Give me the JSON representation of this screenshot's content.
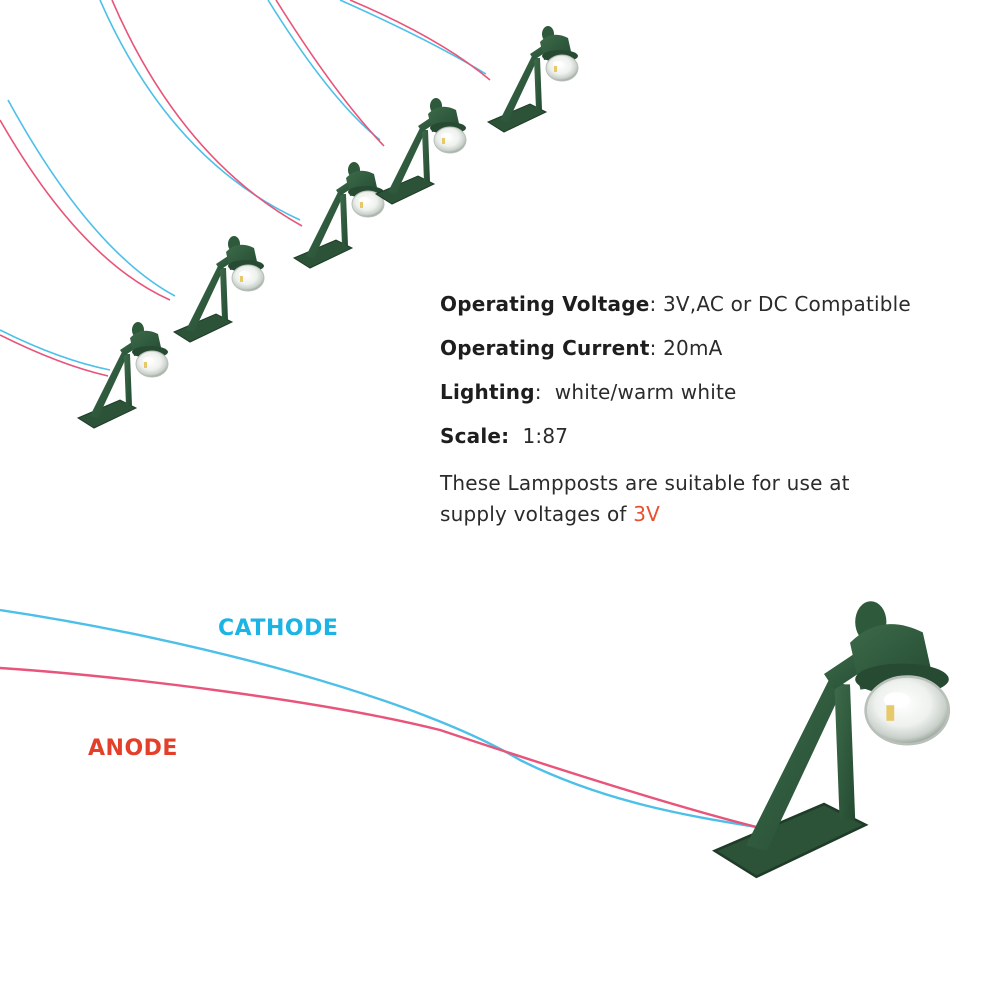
{
  "specs": {
    "voltage_key": "Operating Voltage",
    "voltage_value": ": 3V,AC or DC Compatible",
    "current_key": "Operating Current",
    "current_value": ": 20mA",
    "lighting_key": "Lighting",
    "lighting_value": ":  white/warm white",
    "scale_key": "Scale:",
    "scale_value": "  1:87",
    "note_text": "These Lampposts are suitable for use at supply voltages of ",
    "note_highlight": "3V"
  },
  "labels": {
    "cathode": "CATHODE",
    "anode": "ANODE"
  },
  "colors": {
    "cathode_wire": "#4cc0e8",
    "anode_wire": "#e8547a",
    "lamp_green": "#2f5a3c",
    "accent": "#e8502f"
  }
}
